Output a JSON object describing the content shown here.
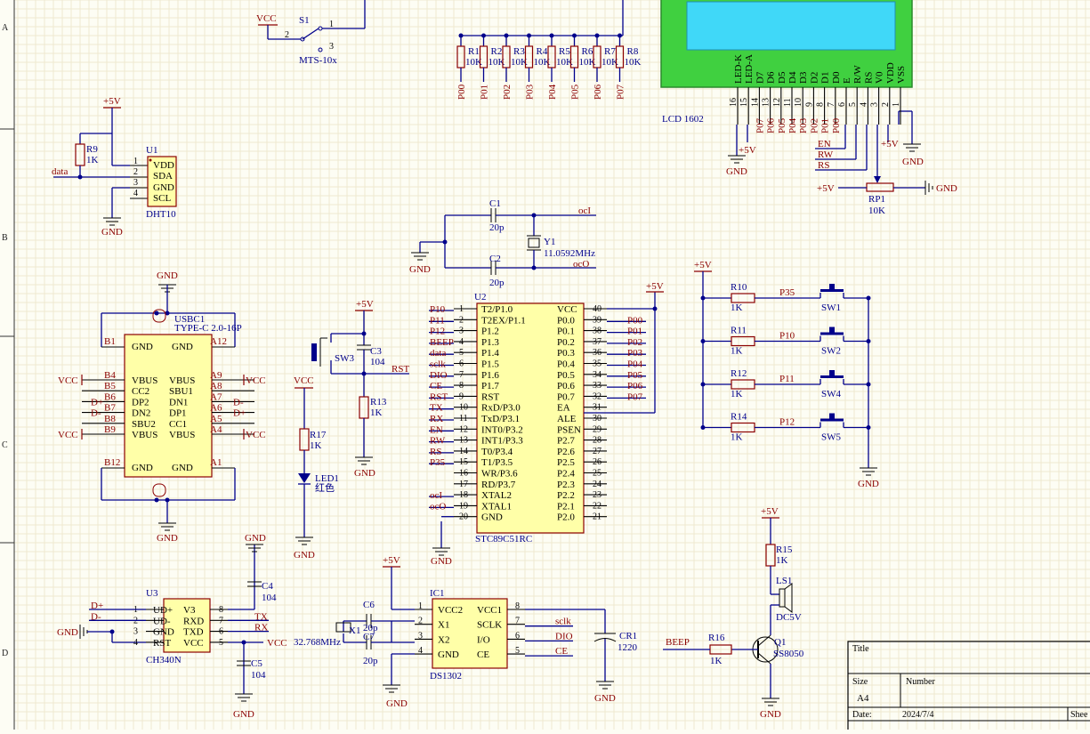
{
  "sheet": {
    "zones": [
      "A",
      "B",
      "C",
      "D"
    ],
    "title_block": {
      "title_label": "Title",
      "size_label": "Size",
      "size_value": "A4",
      "number_label": "Number",
      "date_label": "Date:",
      "date_value": "2024/7/4",
      "sheet_label": "Shee"
    }
  },
  "power": {
    "vcc": "VCC",
    "p5v": "+5V",
    "gnd": "GND"
  },
  "switch_s1": {
    "designator": "S1",
    "model": "MTS-10x",
    "pin1": "1",
    "pin2": "2",
    "pin3": "3"
  },
  "resistor_array": [
    {
      "des": "R1",
      "val": "10K",
      "net": "P00"
    },
    {
      "des": "R2",
      "val": "10K",
      "net": "P01"
    },
    {
      "des": "R3",
      "val": "10K",
      "net": "P02"
    },
    {
      "des": "R4",
      "val": "10K",
      "net": "P03"
    },
    {
      "des": "R5",
      "val": "10K",
      "net": "P04"
    },
    {
      "des": "R6",
      "val": "10K",
      "net": "P05"
    },
    {
      "des": "R7",
      "val": "10K",
      "net": "P06"
    },
    {
      "des": "R8",
      "val": "10K",
      "net": "P07"
    }
  ],
  "lcd": {
    "name": "LCD 1602",
    "pins": [
      {
        "num": "16",
        "name": "LED-K",
        "net": ""
      },
      {
        "num": "15",
        "name": "LED-A",
        "net": ""
      },
      {
        "num": "14",
        "name": "D7",
        "net": "P07"
      },
      {
        "num": "13",
        "name": "D6",
        "net": "P06"
      },
      {
        "num": "12",
        "name": "D5",
        "net": "P05"
      },
      {
        "num": "11",
        "name": "D4",
        "net": "P04"
      },
      {
        "num": "10",
        "name": "D3",
        "net": "P03"
      },
      {
        "num": "9",
        "name": "D2",
        "net": "P02"
      },
      {
        "num": "8",
        "name": "D1",
        "net": "P01"
      },
      {
        "num": "7",
        "name": "D0",
        "net": "P00"
      },
      {
        "num": "6",
        "name": "E",
        "net": ""
      },
      {
        "num": "5",
        "name": "R/W",
        "net": ""
      },
      {
        "num": "4",
        "name": "RS",
        "net": ""
      },
      {
        "num": "3",
        "name": "V0",
        "net": ""
      },
      {
        "num": "2",
        "name": "VDD",
        "net": ""
      },
      {
        "num": "1",
        "name": "VSS",
        "net": ""
      }
    ],
    "ctrl_nets": [
      "EN",
      "RW",
      "RS"
    ],
    "pot": {
      "des": "RP1",
      "val": "10K"
    }
  },
  "dht": {
    "designator": "U1",
    "name": "DHT10",
    "pins": [
      {
        "num": "1",
        "name": "VDD"
      },
      {
        "num": "2",
        "name": "SDA"
      },
      {
        "num": "3",
        "name": "GND"
      },
      {
        "num": "4",
        "name": "SCL"
      }
    ],
    "r_des": "R9",
    "r_val": "1K",
    "net": "data"
  },
  "crystal": {
    "c1": "C1",
    "c1v": "20p",
    "c2": "C2",
    "c2v": "20p",
    "y": "Y1",
    "freq": "11.0592MHz",
    "net_in": "ocI",
    "net_out": "ocO"
  },
  "usb": {
    "designator": "USBC1",
    "model": "TYPE-C 2.0-16P",
    "corner_pins": [
      "B1",
      "A12",
      "B12",
      "A1"
    ],
    "inner_gnd": "GND",
    "left_rows": [
      {
        "pin": "B4",
        "name": "VBUS",
        "net": "VCC"
      },
      {
        "pin": "B5",
        "name": "CC2",
        "net": ""
      },
      {
        "pin": "B6",
        "name": "DP2",
        "net": "D+"
      },
      {
        "pin": "B7",
        "name": "DN2",
        "net": "D-"
      },
      {
        "pin": "B8",
        "name": "SBU2",
        "net": ""
      },
      {
        "pin": "B9",
        "name": "VBUS",
        "net": "VCC"
      }
    ],
    "right_rows": [
      {
        "pin": "A9",
        "name": "VBUS",
        "net": "VCC"
      },
      {
        "pin": "A8",
        "name": "SBU1",
        "net": ""
      },
      {
        "pin": "A7",
        "name": "DN1",
        "net": "D-"
      },
      {
        "pin": "A6",
        "name": "DP1",
        "net": "D+"
      },
      {
        "pin": "A5",
        "name": "CC1",
        "net": ""
      },
      {
        "pin": "A4",
        "name": "VBUS",
        "net": "VCC"
      }
    ]
  },
  "reset": {
    "sw": "SW3",
    "c": "C3",
    "cv": "104",
    "r": "R13",
    "rv": "1K",
    "net": "RST"
  },
  "led": {
    "r": "R17",
    "rv": "1K",
    "d": "LED1",
    "color": "红色"
  },
  "mcu": {
    "designator": "U2",
    "name": "STC89C51RC",
    "left": [
      {
        "n": "1",
        "p": "T2/P1.0",
        "net": "P10"
      },
      {
        "n": "2",
        "p": "T2EX/P1.1",
        "net": "P11"
      },
      {
        "n": "3",
        "p": "P1.2",
        "net": "P12"
      },
      {
        "n": "4",
        "p": "P1.3",
        "net": "BEEP"
      },
      {
        "n": "5",
        "p": "P1.4",
        "net": "data"
      },
      {
        "n": "6",
        "p": "P1.5",
        "net": "sclk"
      },
      {
        "n": "7",
        "p": "P1.6",
        "net": "DIO"
      },
      {
        "n": "8",
        "p": "P1.7",
        "net": "CE"
      },
      {
        "n": "9",
        "p": "RST",
        "net": "RST"
      },
      {
        "n": "10",
        "p": "RxD/P3.0",
        "net": "TX"
      },
      {
        "n": "11",
        "p": "TxD/P3.1",
        "net": "RX"
      },
      {
        "n": "12",
        "p": "INT0/P3.2",
        "net": "EN"
      },
      {
        "n": "13",
        "p": "INT1/P3.3",
        "net": "RW"
      },
      {
        "n": "14",
        "p": "T0/P3.4",
        "net": "RS"
      },
      {
        "n": "15",
        "p": "T1/P3.5",
        "net": "P35"
      },
      {
        "n": "16",
        "p": "WR/P3.6",
        "net": ""
      },
      {
        "n": "17",
        "p": "RD/P3.7",
        "net": ""
      },
      {
        "n": "18",
        "p": "XTAL2",
        "net": "ocI"
      },
      {
        "n": "19",
        "p": "XTAL1",
        "net": "ocO"
      },
      {
        "n": "20",
        "p": "GND",
        "net": ""
      }
    ],
    "right": [
      {
        "n": "40",
        "p": "VCC",
        "net": ""
      },
      {
        "n": "39",
        "p": "P0.0",
        "net": "P00"
      },
      {
        "n": "38",
        "p": "P0.1",
        "net": "P01"
      },
      {
        "n": "37",
        "p": "P0.2",
        "net": "P02"
      },
      {
        "n": "36",
        "p": "P0.3",
        "net": "P03"
      },
      {
        "n": "35",
        "p": "P0.4",
        "net": "P04"
      },
      {
        "n": "34",
        "p": "P0.5",
        "net": "P05"
      },
      {
        "n": "33",
        "p": "P0.6",
        "net": "P06"
      },
      {
        "n": "32",
        "p": "P0.7",
        "net": "P07"
      },
      {
        "n": "31",
        "p": "EA",
        "net": ""
      },
      {
        "n": "30",
        "p": "ALE",
        "net": ""
      },
      {
        "n": "29",
        "p": "PSEN",
        "net": ""
      },
      {
        "n": "28",
        "p": "P2.7",
        "net": ""
      },
      {
        "n": "27",
        "p": "P2.6",
        "net": ""
      },
      {
        "n": "26",
        "p": "P2.5",
        "net": ""
      },
      {
        "n": "25",
        "p": "P2.4",
        "net": ""
      },
      {
        "n": "24",
        "p": "P2.3",
        "net": ""
      },
      {
        "n": "23",
        "p": "P2.2",
        "net": ""
      },
      {
        "n": "22",
        "p": "P2.1",
        "net": ""
      },
      {
        "n": "21",
        "p": "P2.0",
        "net": ""
      }
    ]
  },
  "keys": [
    {
      "r": "R10",
      "rv": "1K",
      "net": "P35",
      "sw": "SW1"
    },
    {
      "r": "R11",
      "rv": "1K",
      "net": "P10",
      "sw": "SW2"
    },
    {
      "r": "R12",
      "rv": "1K",
      "net": "P11",
      "sw": "SW4"
    },
    {
      "r": "R14",
      "rv": "1K",
      "net": "P12",
      "sw": "SW5"
    }
  ],
  "ch340": {
    "designator": "U3",
    "name": "CH340N",
    "left": [
      {
        "n": "1",
        "p": "UD+",
        "net": "D+"
      },
      {
        "n": "2",
        "p": "UD-",
        "net": "D-"
      },
      {
        "n": "3",
        "p": "GND",
        "net": ""
      },
      {
        "n": "4",
        "p": "RST",
        "net": ""
      }
    ],
    "right": [
      {
        "n": "8",
        "p": "V3",
        "net": ""
      },
      {
        "n": "7",
        "p": "RXD",
        "net": "TX"
      },
      {
        "n": "6",
        "p": "TXD",
        "net": "RX"
      },
      {
        "n": "5",
        "p": "VCC",
        "net": "VCC"
      }
    ],
    "c4": "C4",
    "c4v": "104",
    "c5": "C5",
    "c5v": "104"
  },
  "rtc": {
    "designator": "IC1",
    "name": "DS1302",
    "left": [
      {
        "n": "1",
        "p": "VCC2"
      },
      {
        "n": "2",
        "p": "X1"
      },
      {
        "n": "3",
        "p": "X2"
      },
      {
        "n": "4",
        "p": "GND"
      }
    ],
    "right": [
      {
        "n": "8",
        "p": "VCC1",
        "net": ""
      },
      {
        "n": "7",
        "p": "SCLK",
        "net": "sclk"
      },
      {
        "n": "6",
        "p": "I/O",
        "net": "DIO"
      },
      {
        "n": "5",
        "p": "CE",
        "net": "CE"
      }
    ],
    "x": "X1",
    "xf": "32.768MHz",
    "c6": "C6",
    "c6v": "20p",
    "c7": "C7",
    "c7v": "20p",
    "cr": "CR1",
    "crv": "1220"
  },
  "buzzer": {
    "r15": "R15",
    "r15v": "1K",
    "ls": "LS1",
    "lsv": "DC5V",
    "r16": "R16",
    "r16v": "1K",
    "q": "Q1",
    "qv": "SS8050",
    "net": "BEEP"
  }
}
